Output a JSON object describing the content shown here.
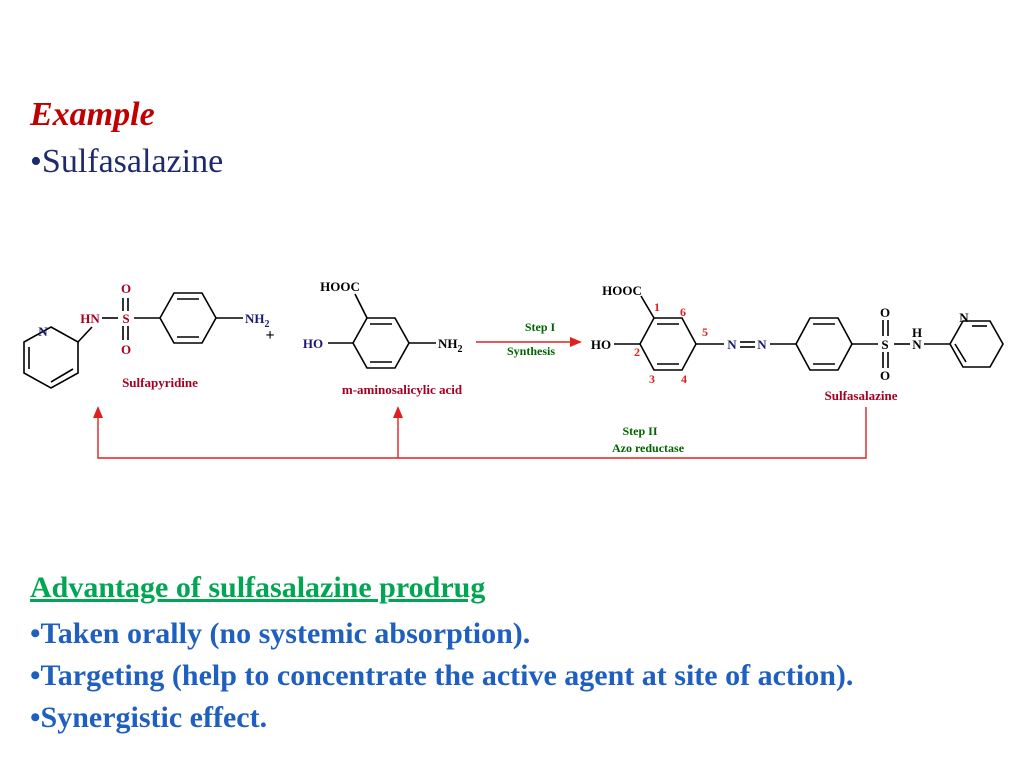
{
  "slide": {
    "heading": "Example",
    "bullet_char": "•",
    "main_bullet": "Sulfasalazine"
  },
  "scheme": {
    "sulfapyridine": {
      "label": "Sulfapyridine",
      "atoms": {
        "o_top": "O",
        "o_bottom": "O",
        "hn": "HN",
        "s": "S",
        "n": "N",
        "nh": "NH",
        "nh_sub": "2"
      }
    },
    "plus": "+",
    "aminosalicylic": {
      "label": "m-aminosalicylic acid",
      "atoms": {
        "hooc": "HOOC",
        "ho": "HO",
        "nh": "NH",
        "nh_sub": "2"
      }
    },
    "step1": {
      "label": "Step I",
      "sublabel": "Synthesis"
    },
    "sulfasalazine": {
      "label": "Sulfasalazine",
      "atoms": {
        "hooc": "HOOC",
        "ho": "HO",
        "n1": "N",
        "n2": "N",
        "o_top": "O",
        "o_bottom": "O",
        "s": "S",
        "h": "H",
        "n": "N",
        "n_pyr": "N"
      },
      "ring_numbers": [
        "1",
        "2",
        "3",
        "4",
        "5",
        "6"
      ]
    },
    "step2": {
      "label": "Step II",
      "sublabel": "Azo reductase"
    },
    "colors": {
      "red": "#e02020",
      "dark_red": "#a50021",
      "navy": "#1a1a6e",
      "green": "#006400",
      "black": "#000000"
    }
  },
  "advantages": {
    "title": "Advantage  of sulfasalazine prodrug",
    "items": [
      "Taken orally (no systemic absorption).",
      "Targeting (help to concentrate the active agent at site of action).",
      "Synergistic effect."
    ]
  }
}
